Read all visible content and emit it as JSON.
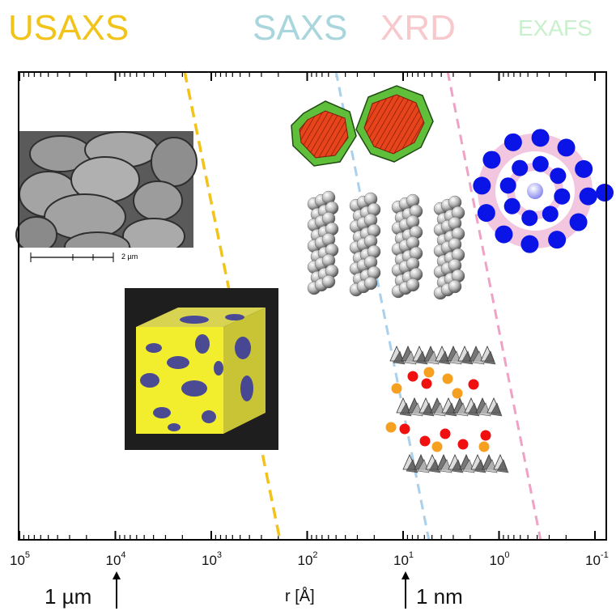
{
  "techniques": [
    {
      "label": "USAXS",
      "color": "#f2c318"
    },
    {
      "label": "SAXS",
      "color": "#a9d6dc"
    },
    {
      "label": "XRD",
      "color": "#f7c8cc"
    },
    {
      "label": "EXAFS",
      "color": "#c9f0cc"
    }
  ],
  "axis": {
    "label": "r  [Å]",
    "scale": "log",
    "direction": "decreasing",
    "ticks": [
      {
        "base": "10",
        "exp": "5"
      },
      {
        "base": "10",
        "exp": "4"
      },
      {
        "base": "10",
        "exp": "3"
      },
      {
        "base": "10",
        "exp": "2"
      },
      {
        "base": "10",
        "exp": "1"
      },
      {
        "base": "10",
        "exp": "0"
      },
      {
        "base": "10",
        "exp": "-1"
      }
    ]
  },
  "markers": [
    {
      "label": "1 µm"
    },
    {
      "label": "1 nm"
    }
  ],
  "sem_image": {
    "scale_text": "2 µm"
  },
  "colors": {
    "usaxs_line": "#f2c318",
    "saxs_line": "#a9d0ec",
    "xrd_line": "#f0a2c6",
    "particle_fill": "#e8441c",
    "particle_shell": "#5fbf3a",
    "atom_blue": "#0a14e6",
    "shell_ring": "#f2c6de",
    "cube_yellow": "#f2ee2e",
    "pore_blue": "#3a3a9e",
    "ion_red": "#f01010",
    "ion_orange": "#f5a020"
  }
}
